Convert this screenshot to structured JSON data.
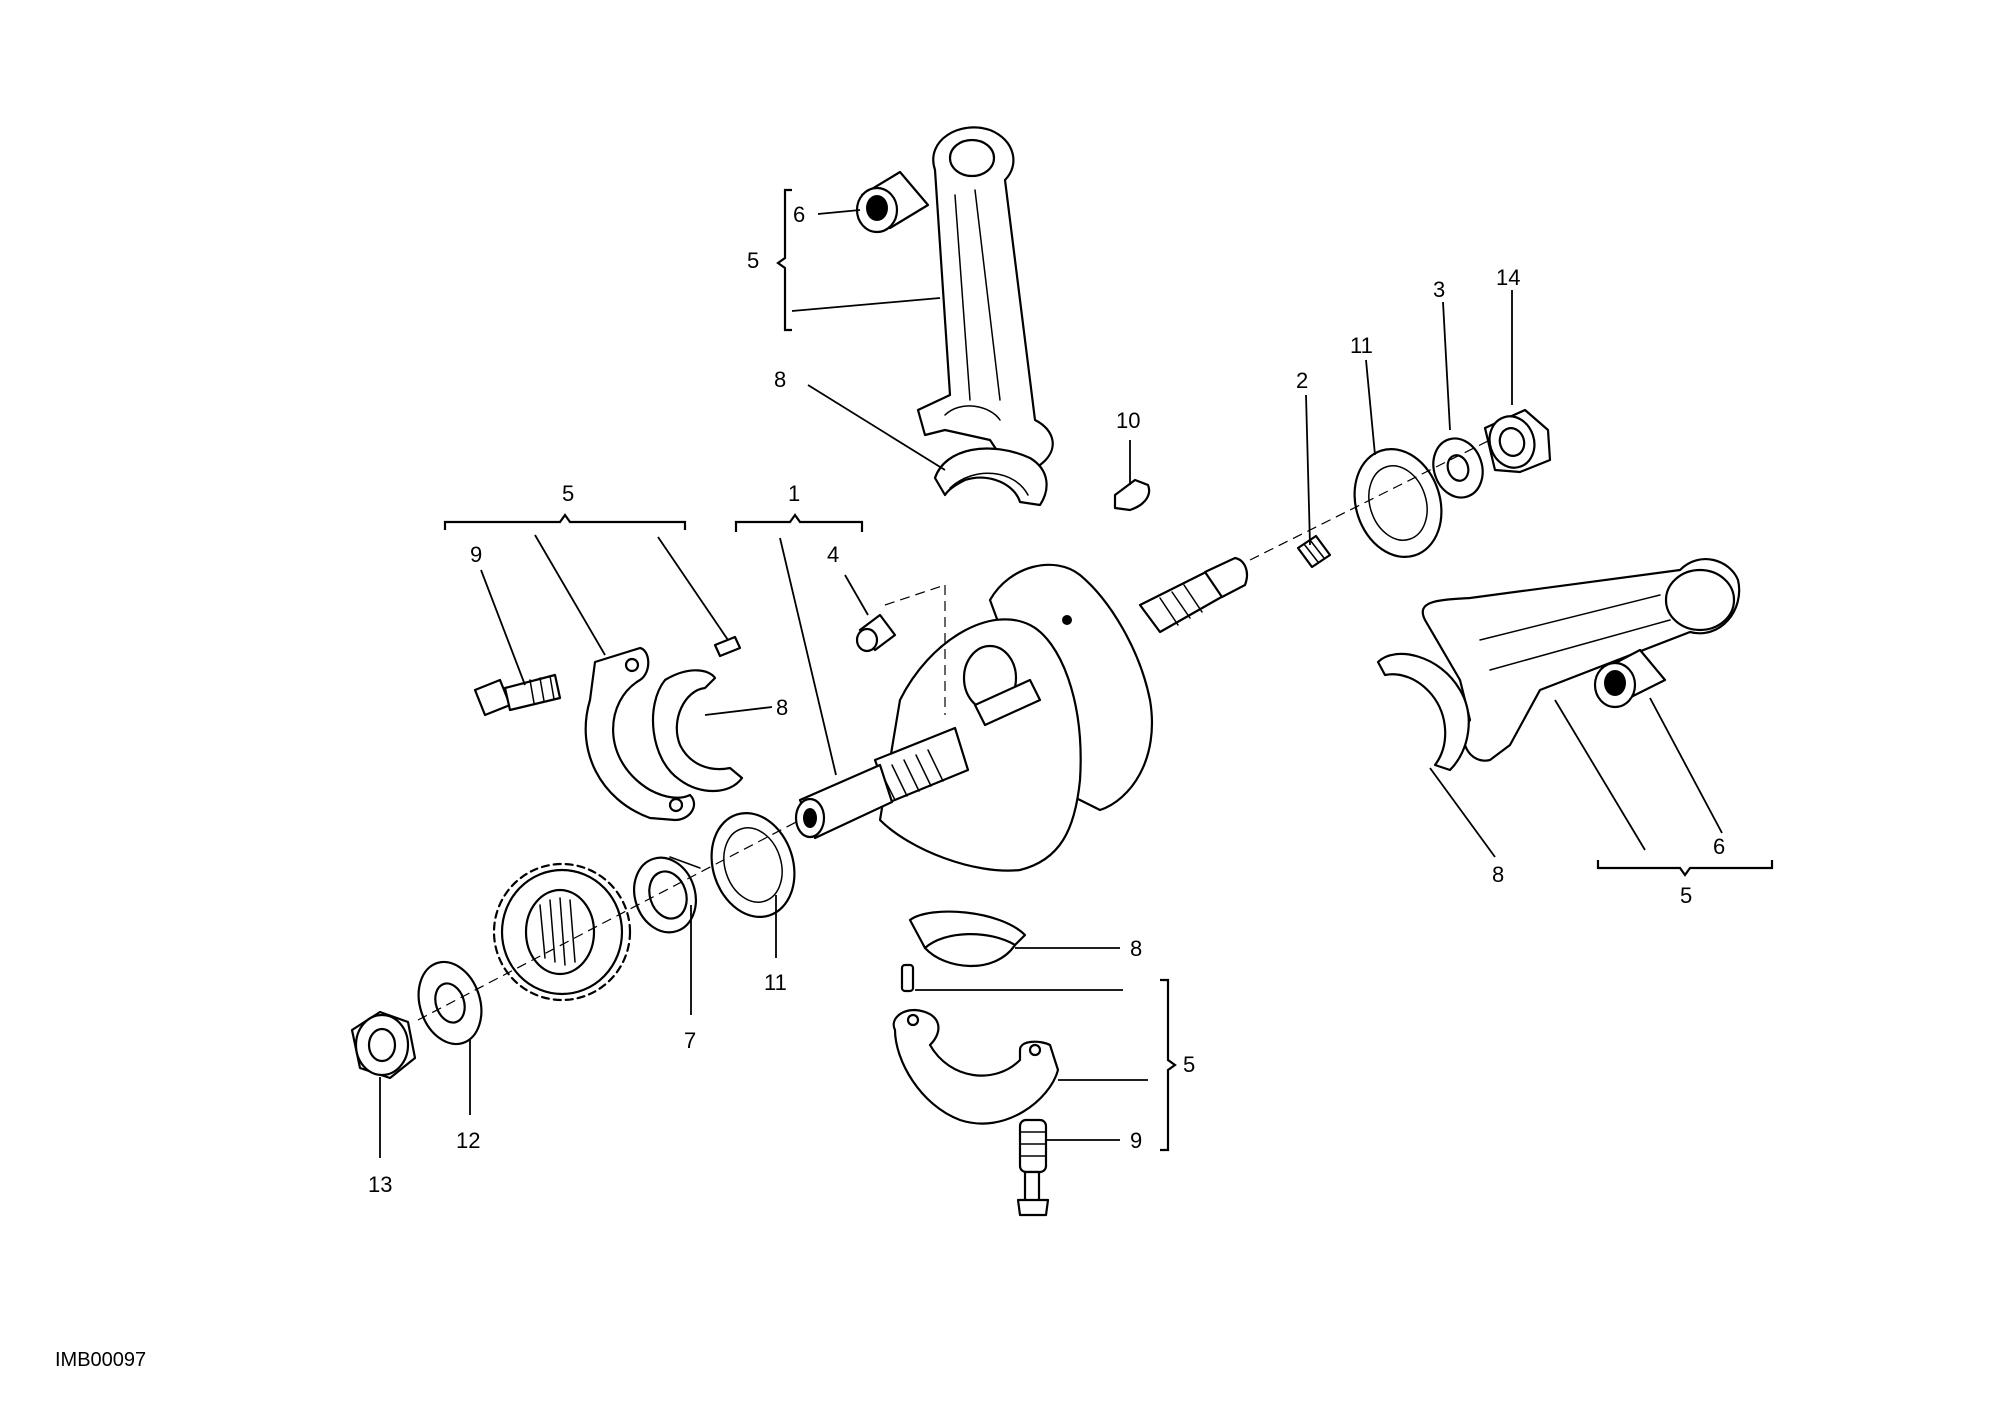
{
  "drawing_code": "IMB00097",
  "callouts": {
    "c1": "1",
    "c2": "2",
    "c3": "3",
    "c4": "4",
    "c5_top": "5",
    "c5_left": "5",
    "c5_right": "5",
    "c5_bottom": "5",
    "c6_top": "6",
    "c6_right": "6",
    "c7": "7",
    "c8_top": "8",
    "c8_left": "8",
    "c8_right": "8",
    "c8_bottom": "8",
    "c9_left": "9",
    "c9_bottom": "9",
    "c10": "10",
    "c11_top": "11",
    "c11_bottom": "11",
    "c12": "12",
    "c13": "13",
    "c14": "14"
  }
}
